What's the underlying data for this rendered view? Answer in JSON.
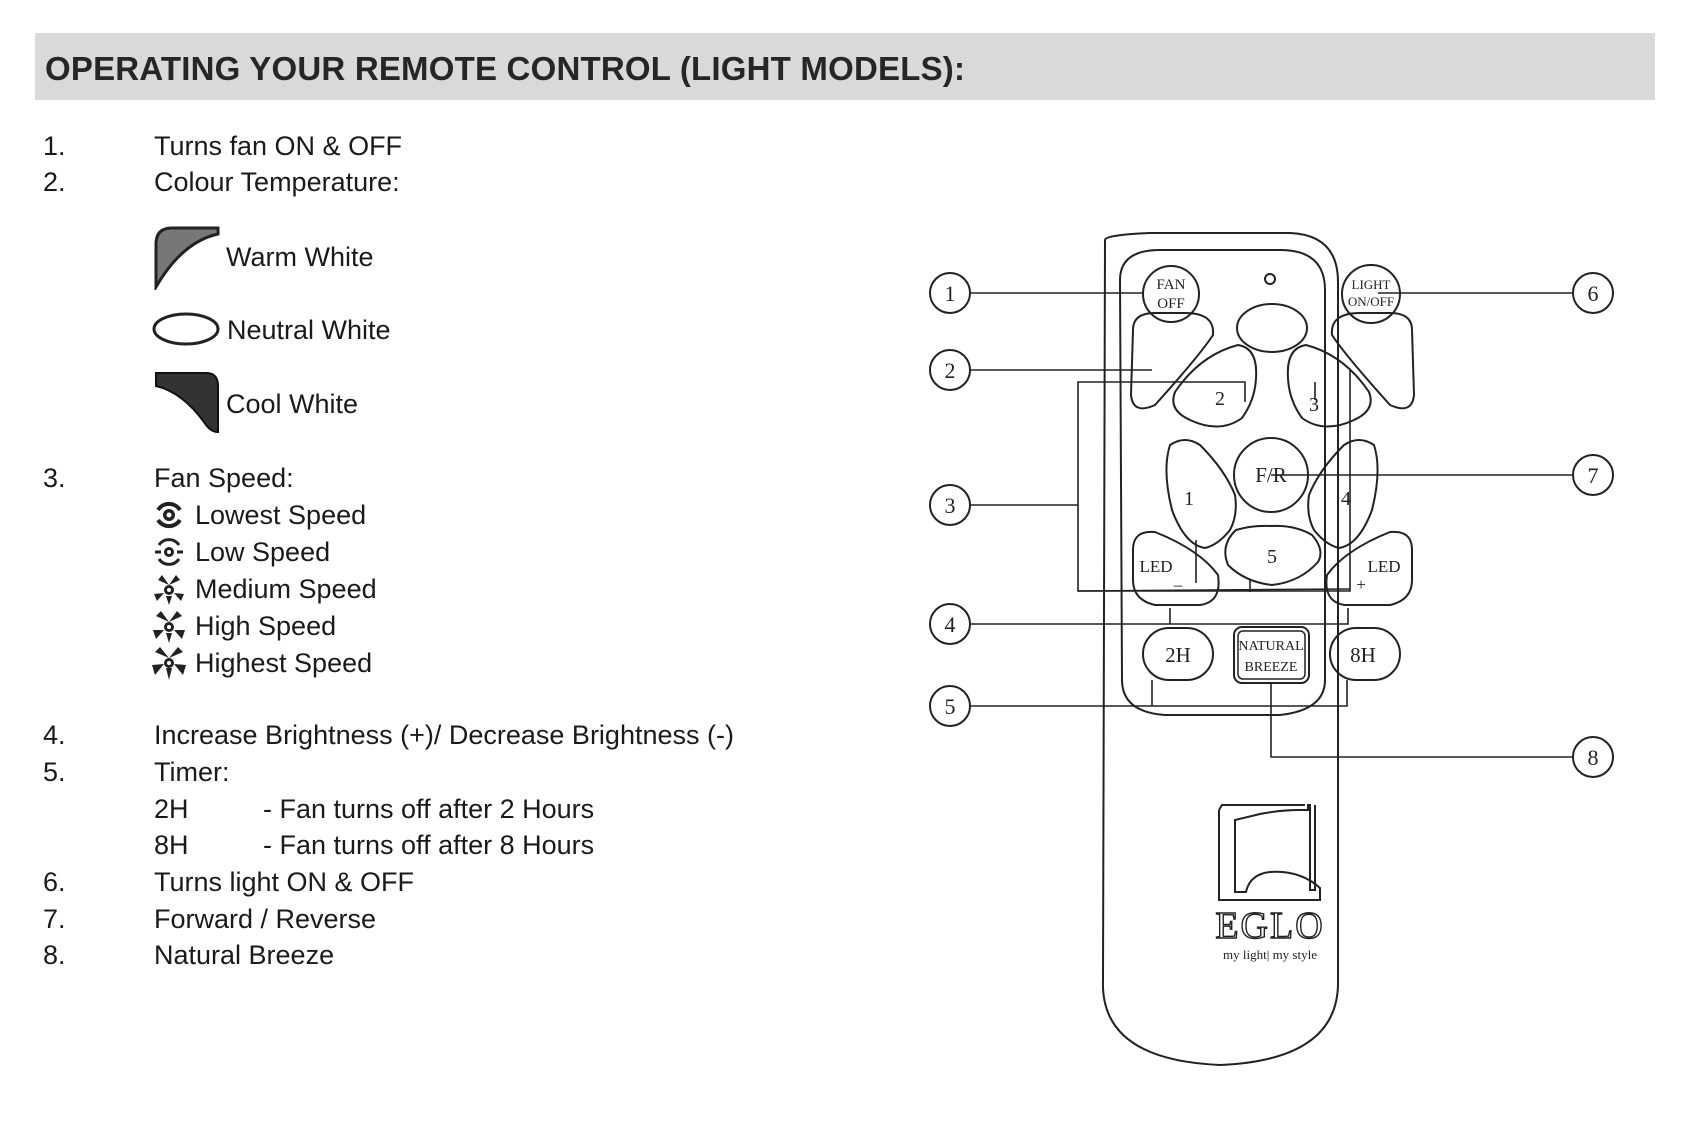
{
  "header": {
    "title": "OPERATING YOUR REMOTE CONTROL (LIGHT MODELS):"
  },
  "items": {
    "i1": {
      "num": "1.",
      "text": "Turns fan ON & OFF"
    },
    "i2": {
      "num": "2.",
      "text": "Colour Temperature:"
    },
    "colour": [
      {
        "label": "Warm White",
        "icon": "warm-white-icon"
      },
      {
        "label": "Neutral White",
        "icon": "neutral-white-icon"
      },
      {
        "label": "Cool White",
        "icon": "cool-white-icon"
      }
    ],
    "i3": {
      "num": "3.",
      "text": "Fan Speed:"
    },
    "speeds": [
      {
        "label": "Lowest Speed",
        "icon": "fan-speed-1-icon"
      },
      {
        "label": "Low Speed",
        "icon": "fan-speed-2-icon"
      },
      {
        "label": "Medium Speed",
        "icon": "fan-speed-3-icon"
      },
      {
        "label": "High Speed",
        "icon": "fan-speed-4-icon"
      },
      {
        "label": "Highest Speed",
        "icon": "fan-speed-5-icon"
      }
    ],
    "i4": {
      "num": "4.",
      "text": "Increase Brightness (+)/ Decrease Brightness (-)"
    },
    "i5": {
      "num": "5.",
      "text": "Timer:"
    },
    "timers": [
      {
        "key": "2H",
        "desc": "- Fan turns off after 2 Hours"
      },
      {
        "key": "8H",
        "desc": "- Fan turns off after 8 Hours"
      }
    ],
    "i6": {
      "num": "6.",
      "text": "Turns light ON & OFF"
    },
    "i7": {
      "num": "7.",
      "text": "Forward / Reverse"
    },
    "i8": {
      "num": "8.",
      "text": "Natural Breeze"
    }
  },
  "remote": {
    "buttons": {
      "fan_off": [
        "FAN",
        "OFF"
      ],
      "light": [
        "LIGHT",
        "ON/OFF"
      ],
      "speed1": "1",
      "speed2": "2",
      "speed3": "3",
      "speed4": "4",
      "speed5": "5",
      "fr": "F/R",
      "led_minus": [
        "LED",
        "–"
      ],
      "led_plus": [
        "LED",
        "+"
      ],
      "t2h": "2H",
      "t8h": "8H",
      "breeze": [
        "NATURAL",
        "BREEZE"
      ]
    },
    "callouts": [
      "1",
      "2",
      "3",
      "4",
      "5",
      "6",
      "7",
      "8"
    ],
    "brand": "EGLO",
    "slogan": "my light| my style"
  },
  "colors": {
    "header_bg": "#d9d9d9",
    "warm_icon": "#777777",
    "cool_icon": "#333333"
  }
}
